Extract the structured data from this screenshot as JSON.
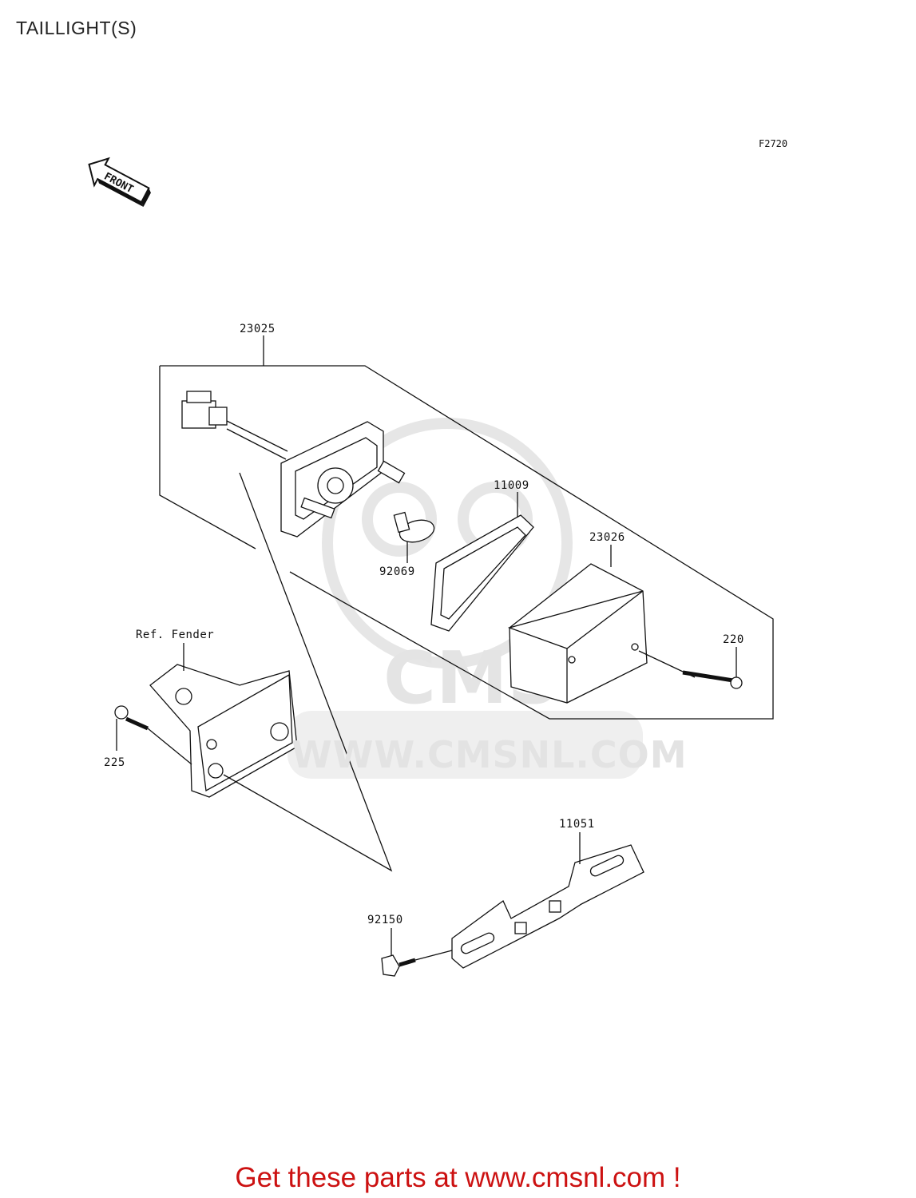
{
  "page": {
    "title": "TAILLIGHT(S)",
    "figure_code": "F2720"
  },
  "front_arrow": {
    "label": "FRONT"
  },
  "watermark": {
    "logo_text": "CMS",
    "url_text": "WWW.CMSNL.COM"
  },
  "callouts": [
    {
      "id": "23025",
      "label": "23025"
    },
    {
      "id": "11009",
      "label": "11009"
    },
    {
      "id": "23026",
      "label": "23026"
    },
    {
      "id": "92069",
      "label": "92069"
    },
    {
      "id": "220",
      "label": "220"
    },
    {
      "id": "ref-fender",
      "label": "Ref. Fender"
    },
    {
      "id": "225",
      "label": "225"
    },
    {
      "id": "11051",
      "label": "11051"
    },
    {
      "id": "92150",
      "label": "92150"
    }
  ],
  "promo": {
    "text": "Get these parts at www.cmsnl.com !"
  }
}
